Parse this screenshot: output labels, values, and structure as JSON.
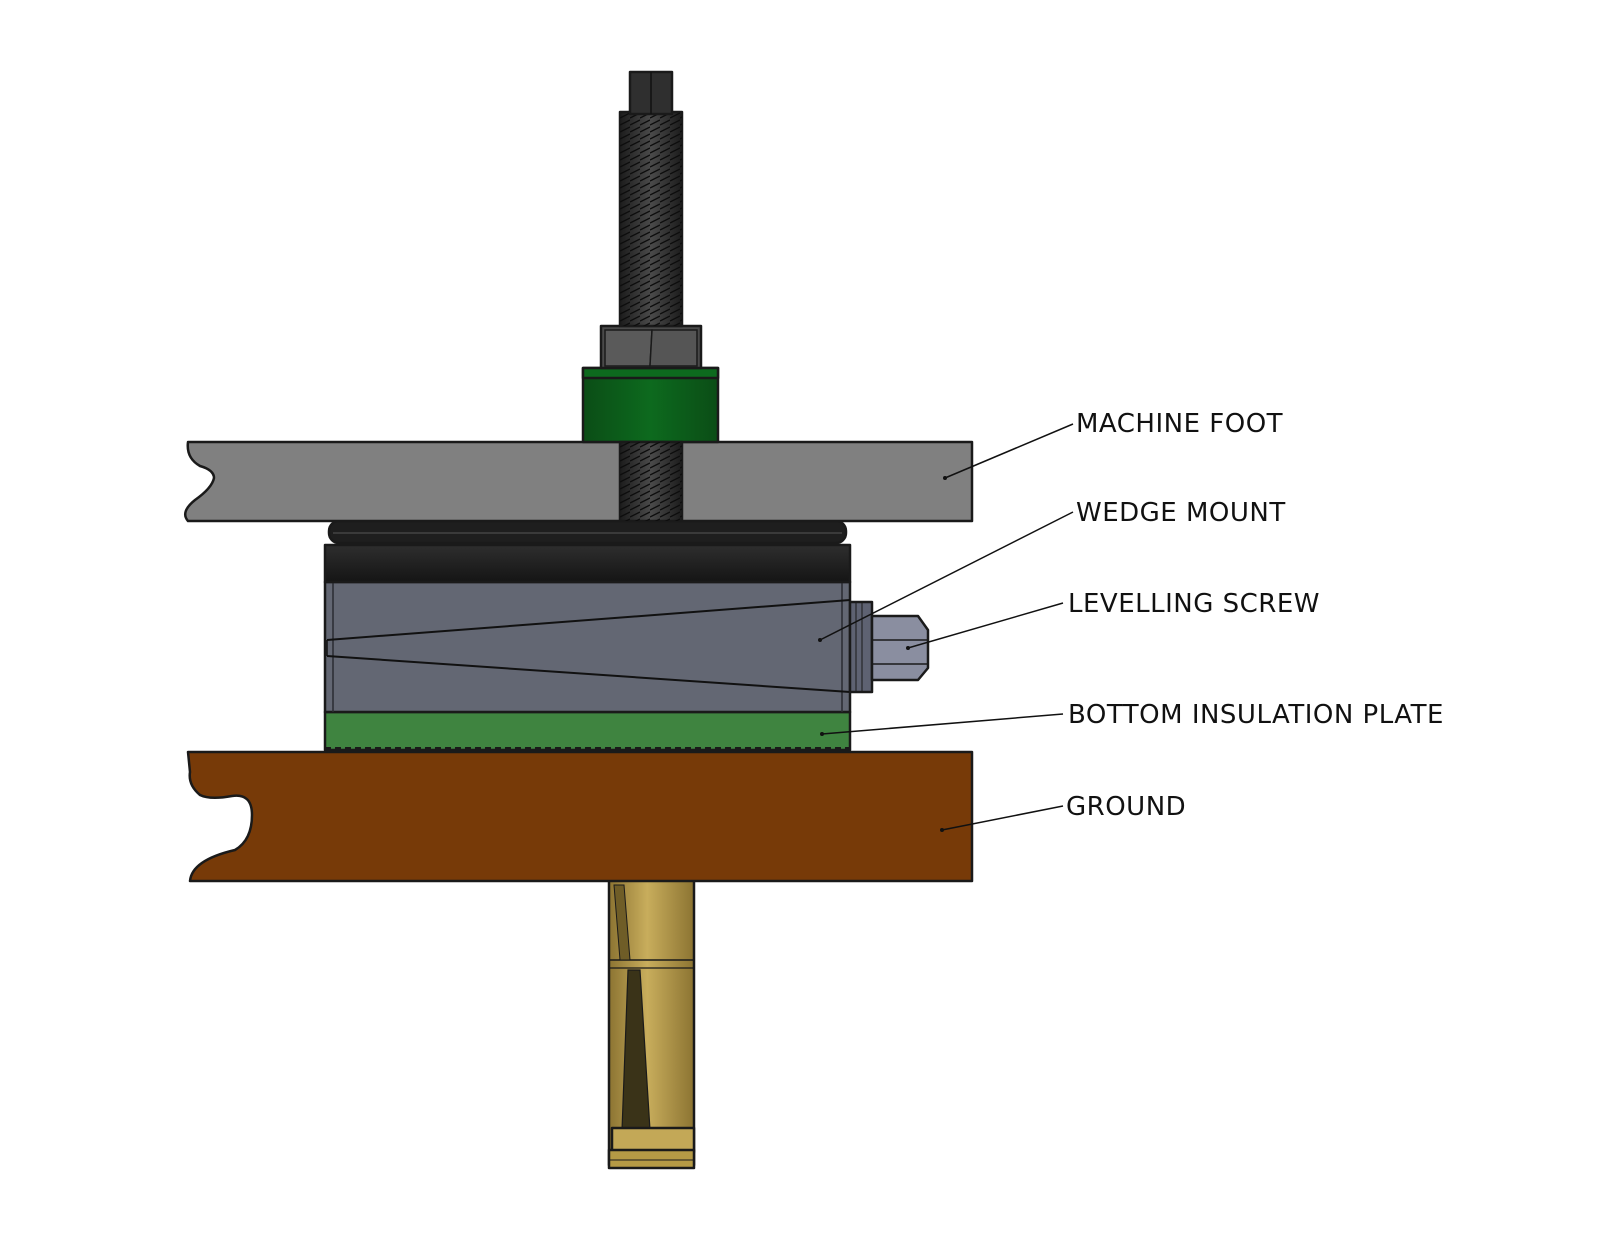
{
  "callouts": {
    "machine_foot": "MACHINE FOOT",
    "wedge_mount": "WEDGE MOUNT",
    "levelling_screw": "LEVELLING SCREW",
    "bottom_insulation_plate": "BOTTOM INSULATION PLATE",
    "ground": "GROUND"
  },
  "colors": {
    "machine_foot": "#808080",
    "wedge_body": "#636773",
    "top_pad": "#1f1f1f",
    "insulation_plate": "#3f8440",
    "insulating_washer": "#0a5a18",
    "ground": "#773a08",
    "anchor": "#b59a45",
    "stud": "#2a2a2a",
    "levelling_screw": "#8a8ea0"
  }
}
